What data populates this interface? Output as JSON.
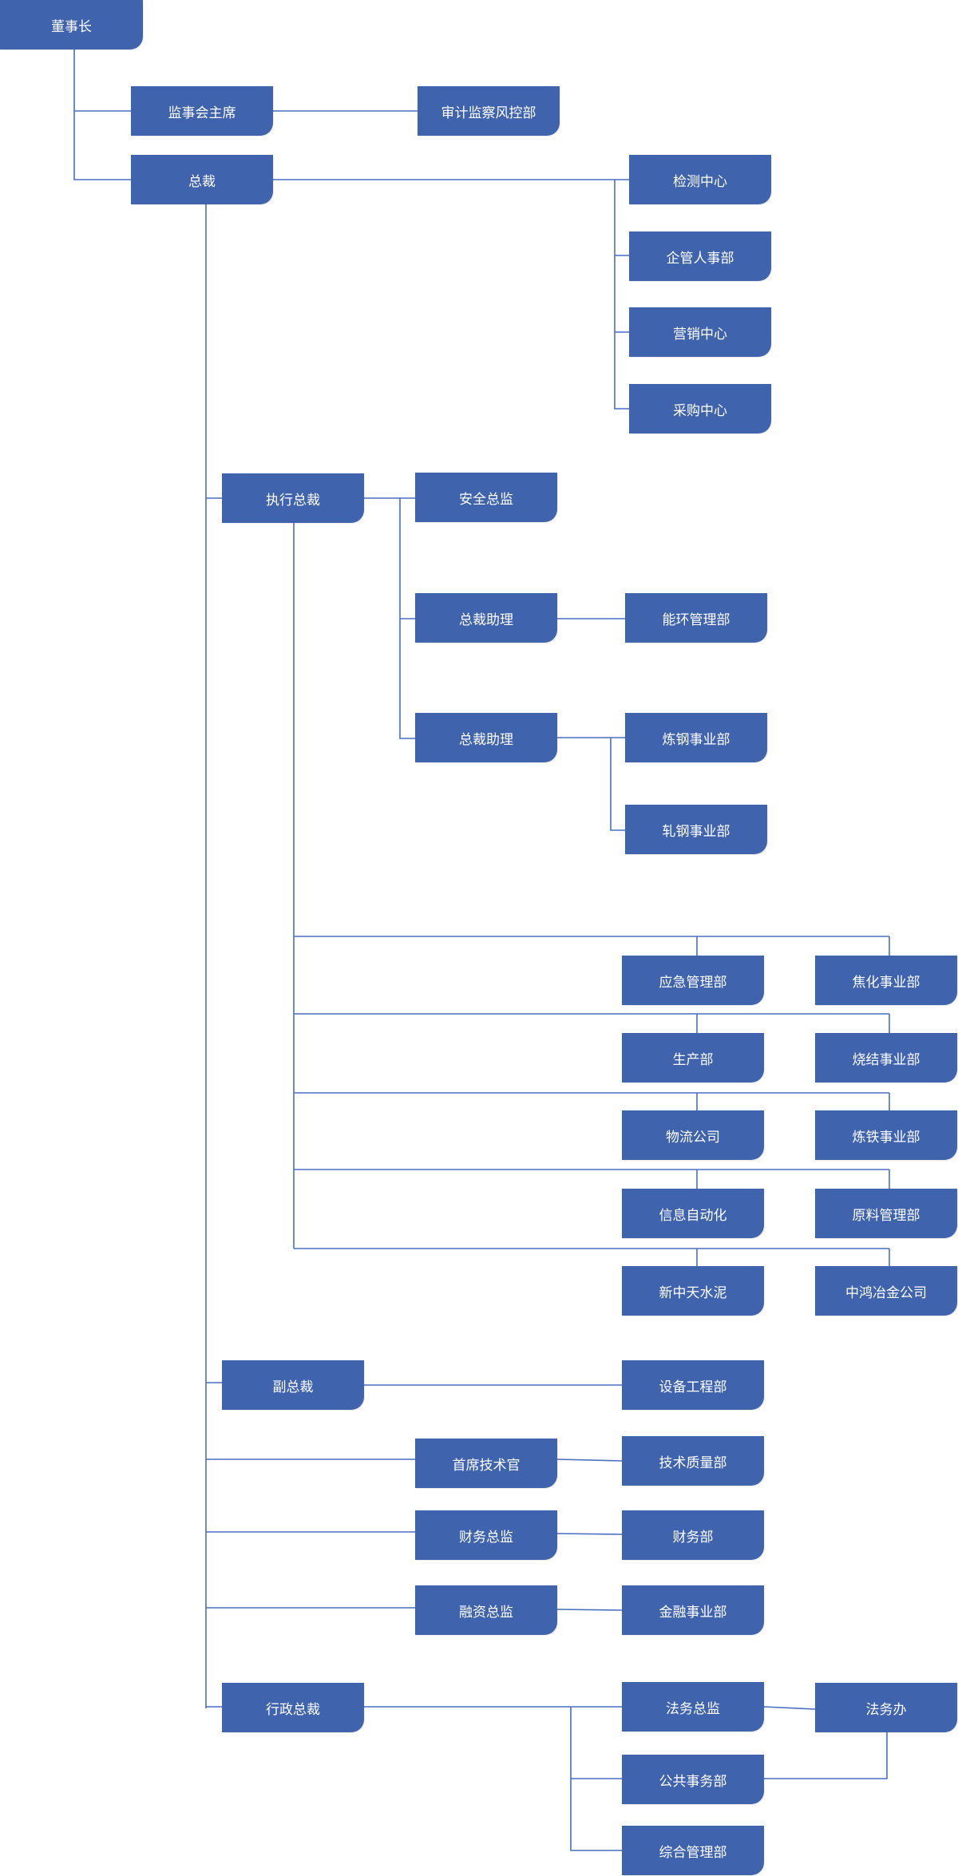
{
  "nodes": {
    "chairman": "董事长",
    "supervisory_chair": "监事会主席",
    "audit_risk": "审计监察风控部",
    "president": "总裁",
    "testing_center": "检测中心",
    "hr": "企管人事部",
    "marketing_center": "营销中心",
    "procurement_center": "采购中心",
    "executive_president": "执行总裁",
    "safety_director": "安全总监",
    "assistant_1": "总裁助理",
    "energy_env": "能环管理部",
    "assistant_2": "总裁助理",
    "steelmaking": "炼钢事业部",
    "steel_rolling": "轧钢事业部",
    "emergency": "应急管理部",
    "coking": "焦化事业部",
    "production": "生产部",
    "sintering": "烧结事业部",
    "logistics": "物流公司",
    "ironmaking": "炼铁事业部",
    "it_automation": "信息自动化",
    "raw_materials": "原料管理部",
    "cement": "新中天水泥",
    "zhonghong": "中鸿冶金公司",
    "vice_president": "副总裁",
    "equipment_eng": "设备工程部",
    "cto": "首席技术官",
    "tech_quality": "技术质量部",
    "cfo": "财务总监",
    "finance": "财务部",
    "financing_director": "融资总监",
    "financial_business": "金融事业部",
    "admin_president": "行政总裁",
    "legal_director": "法务总监",
    "legal_office": "法务办",
    "public_affairs": "公共事务部",
    "general_management": "综合管理部"
  },
  "colors": {
    "box_fill": "#3f63ad",
    "text": "#ffffff",
    "line": "#4a6fc0"
  }
}
